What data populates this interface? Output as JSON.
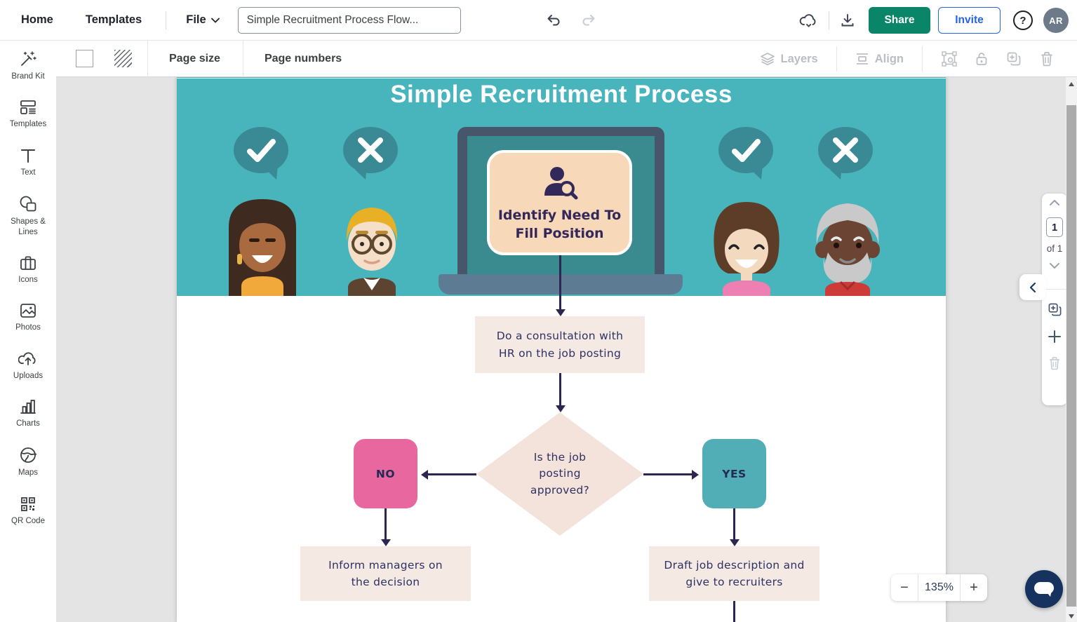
{
  "topbar": {
    "home": "Home",
    "templates": "Templates",
    "file": "File",
    "doc_title": "Simple Recruitment Process Flow...",
    "share": "Share",
    "invite": "Invite",
    "help": "?",
    "avatar_initials": "AR"
  },
  "toolbar": {
    "page_size": "Page size",
    "page_numbers": "Page numbers",
    "layers": "Layers",
    "align": "Align"
  },
  "sidebar": {
    "items": [
      {
        "label": "Brand Kit",
        "icon": "magic-wand-icon"
      },
      {
        "label": "Templates",
        "icon": "layout-icon"
      },
      {
        "label": "Text",
        "icon": "text-icon"
      },
      {
        "label": "Shapes & Lines",
        "icon": "shapes-icon"
      },
      {
        "label": "Icons",
        "icon": "briefcase-icon"
      },
      {
        "label": "Photos",
        "icon": "photo-icon"
      },
      {
        "label": "Uploads",
        "icon": "cloud-upload-icon"
      },
      {
        "label": "Charts",
        "icon": "bar-chart-icon"
      },
      {
        "label": "Maps",
        "icon": "globe-icon"
      },
      {
        "label": "QR Code",
        "icon": "qr-code-icon"
      }
    ]
  },
  "canvas": {
    "title": "Simple Recruitment Process",
    "flow": {
      "start": "Identify Need To Fill Position",
      "consult": "Do a consultation with HR on the job posting",
      "decision": "Is the job posting approved?",
      "no_label": "NO",
      "yes_label": "YES",
      "no_action": "Inform managers on the decision",
      "yes_action": "Draft job description and give to recruiters"
    },
    "colors": {
      "header_teal": "#48b4bb",
      "bubble_teal": "#3a8a96",
      "box_beige": "#f5e9e4",
      "diamond_beige": "#f4e3da",
      "no_pink": "#e7679e",
      "yes_teal": "#51aeb6",
      "start_peach": "#f7d8b9",
      "arrow_navy": "#2e2552",
      "text_navy": "#2e3163",
      "share_green": "#0a8567",
      "invite_blue": "#2563eb"
    }
  },
  "pager": {
    "current": "1",
    "of_label": "of 1"
  },
  "zoom_control": {
    "minus": "−",
    "value": "135%",
    "plus": "+"
  }
}
